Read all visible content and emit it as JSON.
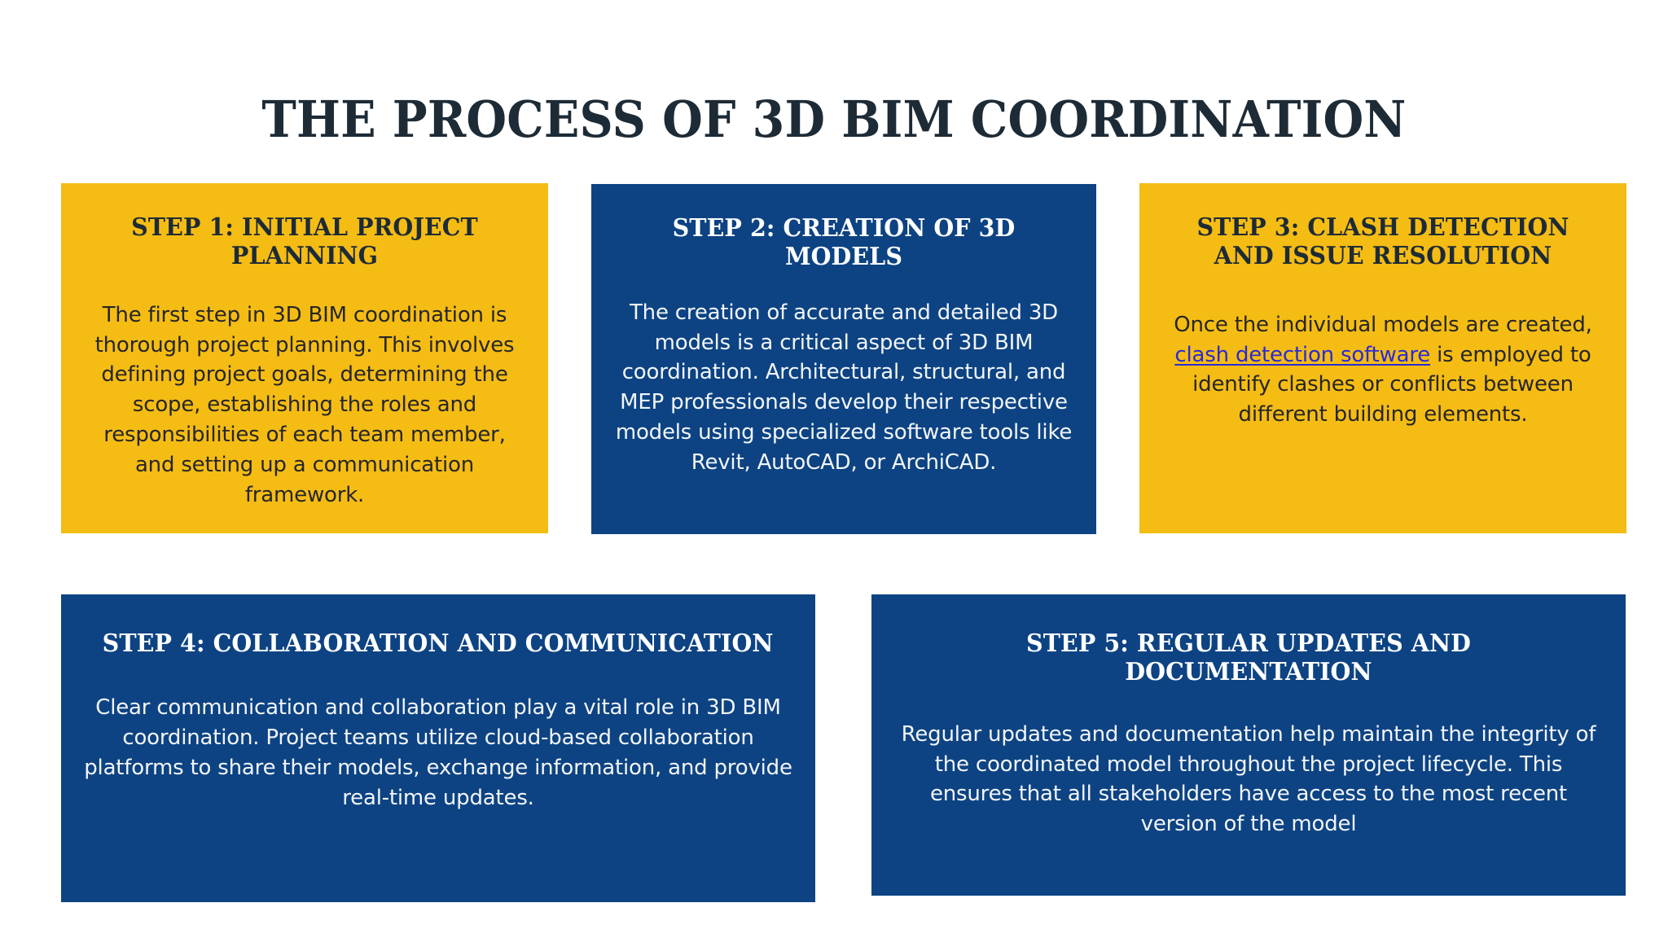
{
  "page": {
    "title": "THE PROCESS OF 3D BIM COORDINATION",
    "background": "#ffffff",
    "colors": {
      "yellow": "#f5bc14",
      "blue": "#0d4383",
      "title_text": "#1d2b36",
      "dark_text": "#262626",
      "light_text": "#f2f5f8",
      "link": "#2a2ad6"
    }
  },
  "steps": [
    {
      "id": "step-1",
      "theme": "yellow",
      "title": "STEP 1: INITIAL PROJECT PLANNING",
      "body": "The first step in 3D BIM coordination is thorough project planning. This involves defining project goals, determining the scope, establishing the roles and responsibilities of each team member, and setting up a communication framework.",
      "has_link": false
    },
    {
      "id": "step-2",
      "theme": "blue",
      "title": "STEP 2: CREATION OF 3D MODELS",
      "body": "The creation of accurate and detailed 3D models is a critical aspect of 3D BIM coordination. Architectural, structural, and MEP professionals develop their respective models using specialized software tools like Revit, AutoCAD, or ArchiCAD.",
      "has_link": false
    },
    {
      "id": "step-3",
      "theme": "yellow",
      "title": "STEP 3: CLASH DETECTION AND ISSUE RESOLUTION",
      "body_before_link": "Once the individual models are created, ",
      "link_text": "clash detection software",
      "body_after_link": " is employed to identify clashes or conflicts between different building elements.",
      "has_link": true
    },
    {
      "id": "step-4",
      "theme": "blue",
      "title": "STEP 4: COLLABORATION AND COMMUNICATION",
      "body": "Clear communication and collaboration play a vital role in 3D BIM coordination. Project teams utilize cloud-based collaboration platforms to share their models, exchange information, and provide real-time updates.",
      "has_link": false
    },
    {
      "id": "step-5",
      "theme": "blue",
      "title": "STEP 5: REGULAR UPDATES AND DOCUMENTATION",
      "body": "Regular updates and documentation help maintain the integrity of the coordinated model throughout the project lifecycle.   This ensures that all stakeholders have access to the most recent version of the model",
      "has_link": false
    }
  ]
}
